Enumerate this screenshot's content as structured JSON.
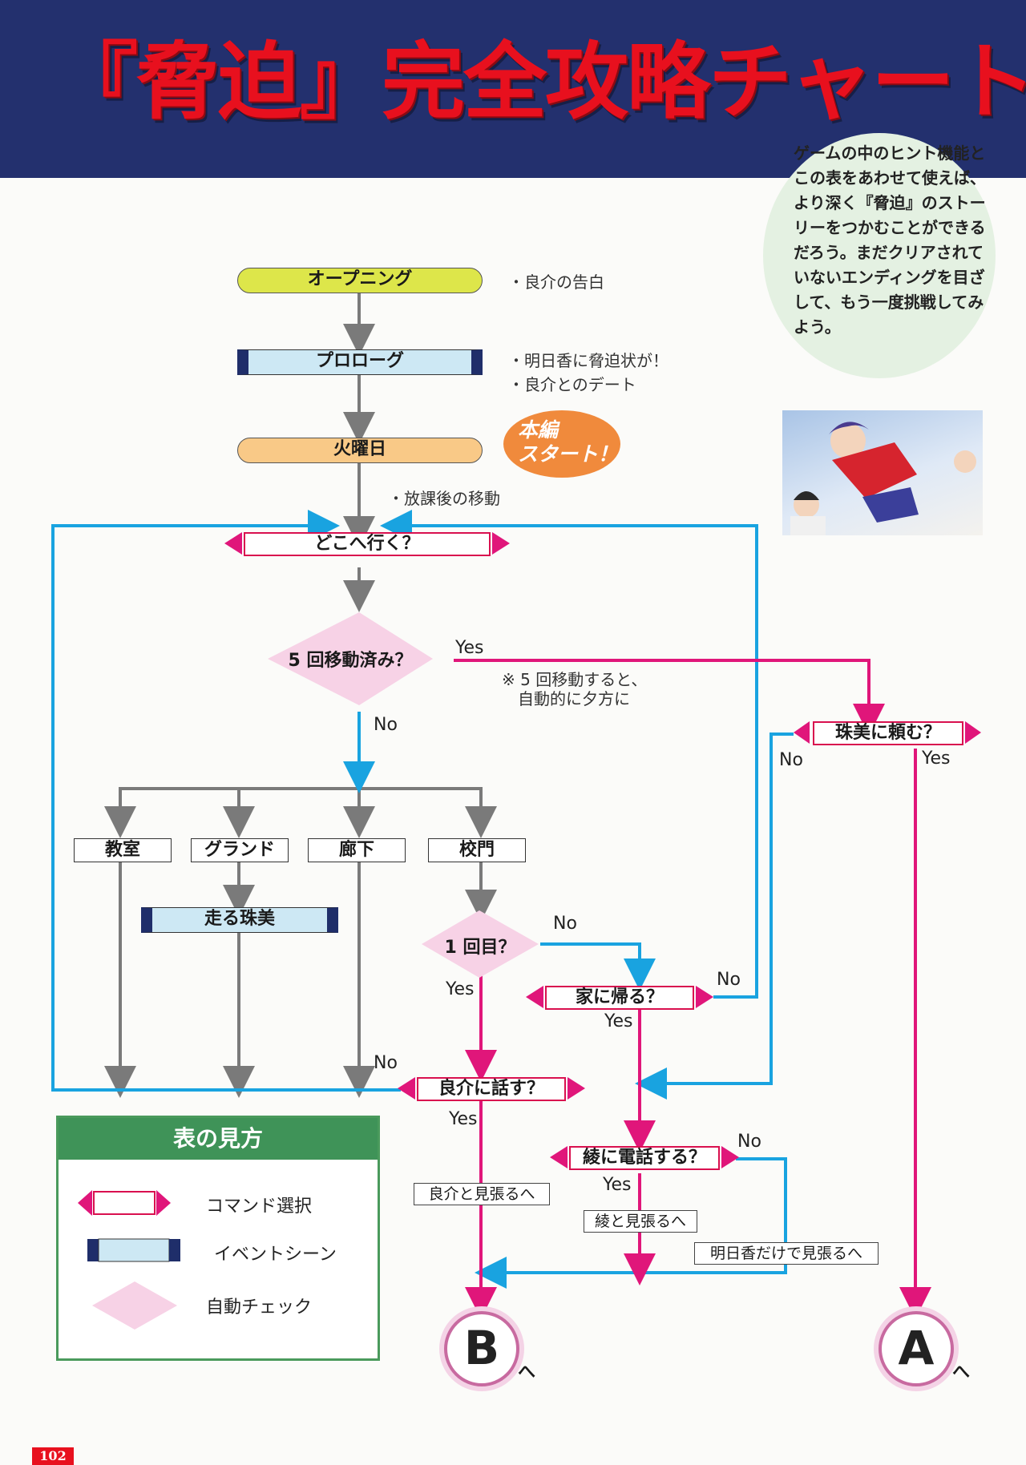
{
  "title": "『脅迫』完全攻略チャート",
  "hint": "ゲームの中のヒント機能とこの表をあわせて使えば、より深く『脅迫』のストーリーをつかむことができるだろう。まだクリアされていないエンディングを目ざして、もう一度挑戦してみよう。",
  "start_badge": [
    "本編",
    "スタート！"
  ],
  "nodes": {
    "opening": "オープニング",
    "prologue": "プロローグ",
    "tuesday": "火曜日",
    "where": "どこへ行く？",
    "moved5": "5 回移動済み？",
    "tamami": "珠美に頼む？",
    "classroom": "教室",
    "ground": "グランド",
    "hallway": "廊下",
    "gate": "校門",
    "running": "走る珠美",
    "first": "1 回目？",
    "gohome": "家に帰る？",
    "talk": "良介に話す？",
    "phone": "綾に電話する？"
  },
  "notes": {
    "opening": "・良介の告白",
    "prologue1": "・明日香に脅迫状が！",
    "prologue2": "・良介とのデート",
    "after_school": "・放課後の移動",
    "auto1": "※ 5 回移動すると、",
    "auto2": "自動的に夕方に"
  },
  "labels": {
    "yes": "Yes",
    "no": "No"
  },
  "outcomes": {
    "ryosuke": "良介と見張るへ",
    "aya": "綾と見張るへ",
    "asuka": "明日香だけで見張るへ",
    "b": "B",
    "a": "A",
    "he": "へ"
  },
  "legend": {
    "title": "表の見方",
    "command": "コマンド選択",
    "event": "イベントシーン",
    "auto": "自動チェック"
  },
  "page": "102",
  "colors": {
    "blue": "#19a3e0",
    "pink": "#e0167a",
    "gray": "#7a7a7a",
    "red": "#e8101e",
    "navy": "#23306e"
  }
}
